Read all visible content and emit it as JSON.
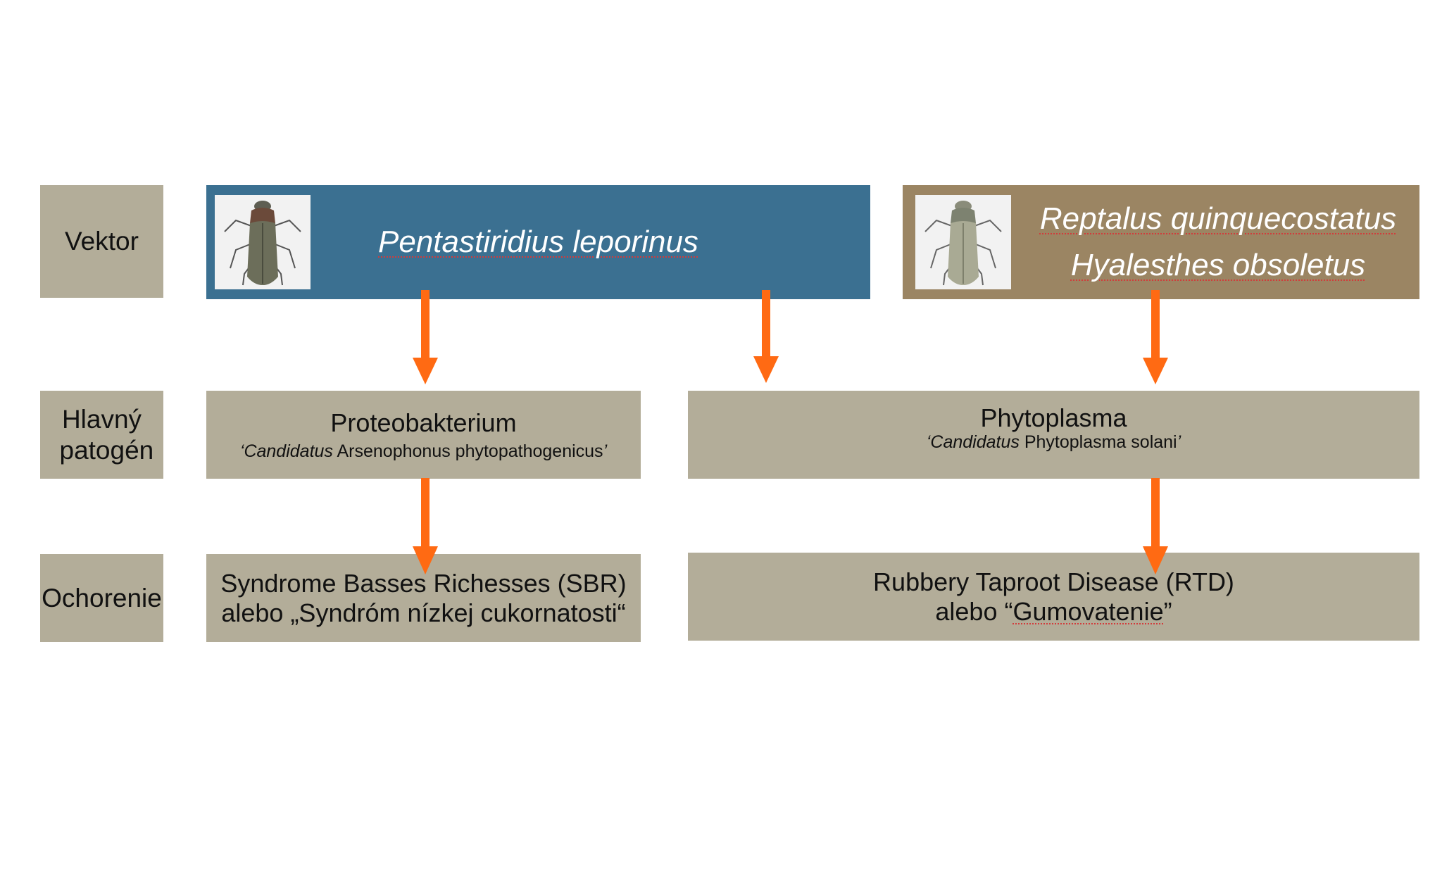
{
  "rows": {
    "vector_label": "Vektor",
    "pathogen_label": "Hlavný patogén",
    "disease_label": "Ochorenie"
  },
  "vectors": {
    "left_species": "Pentastiridius leporinus",
    "right_species_1": "Reptalus quinquecostatus",
    "right_species_2": "Hyalesthes obsoletus",
    "insect_icon": "leafhopper-icon"
  },
  "pathogens": {
    "left_name": "Proteobakterium",
    "left_sci_prefix": "Candidatus",
    "left_sci_rest": " Arsenophonus phytopathogenicus",
    "right_name": "Phytoplasma",
    "right_sci_prefix": "Candidatus",
    "right_sci_rest": " Phytoplasma solani",
    "quote_open": "‘",
    "quote_close": "’"
  },
  "diseases": {
    "left_line1": "Syndrome Basses Richesses (SBR)",
    "left_line2": "alebo „Syndróm nízkej cukornatosti“",
    "right_line1": "Rubbery Taproot Disease (RTD)",
    "right_line2_prefix": "alebo “",
    "right_line2_word": "Gumovatenie",
    "right_line2_suffix": "”"
  },
  "colors": {
    "left_vector": "#3b7091",
    "right_vector": "#9b8563",
    "box_fill": "#b3ad99",
    "arrow": "#ff6a13"
  }
}
